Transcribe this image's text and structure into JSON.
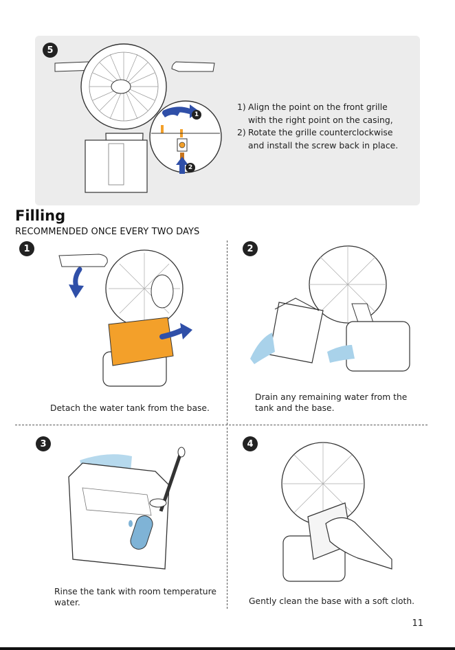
{
  "step5": {
    "badge": "5",
    "callout_1": "1",
    "callout_2": "2",
    "instructions": [
      {
        "num": "1)",
        "text": "Align the point on the front grille"
      },
      {
        "num": "",
        "text": "with the right point on the casing,"
      },
      {
        "num": "2)",
        "text": "Rotate the grille counterclockwise"
      },
      {
        "num": "",
        "text": "and install the screw back in place."
      }
    ]
  },
  "filling": {
    "title": "Filling",
    "subtitle": "RECOMMENDED ONCE EVERY TWO DAYS",
    "steps": [
      {
        "badge": "1",
        "caption": "Detach the water tank from the base."
      },
      {
        "badge": "2",
        "caption_line1": "Drain any remaining water from the",
        "caption_line2": "tank and the base."
      },
      {
        "badge": "3",
        "caption_line1": "Rinse the tank with room temperature",
        "caption_line2": "water."
      },
      {
        "badge": "4",
        "caption": "Gently clean the base with a soft cloth."
      }
    ]
  },
  "page_number": "11",
  "colors": {
    "accent_blue": "#2f4fa8",
    "tank_orange": "#f3a02a",
    "water_blue": "#a9d2ea",
    "panel_gray": "#ececec"
  }
}
